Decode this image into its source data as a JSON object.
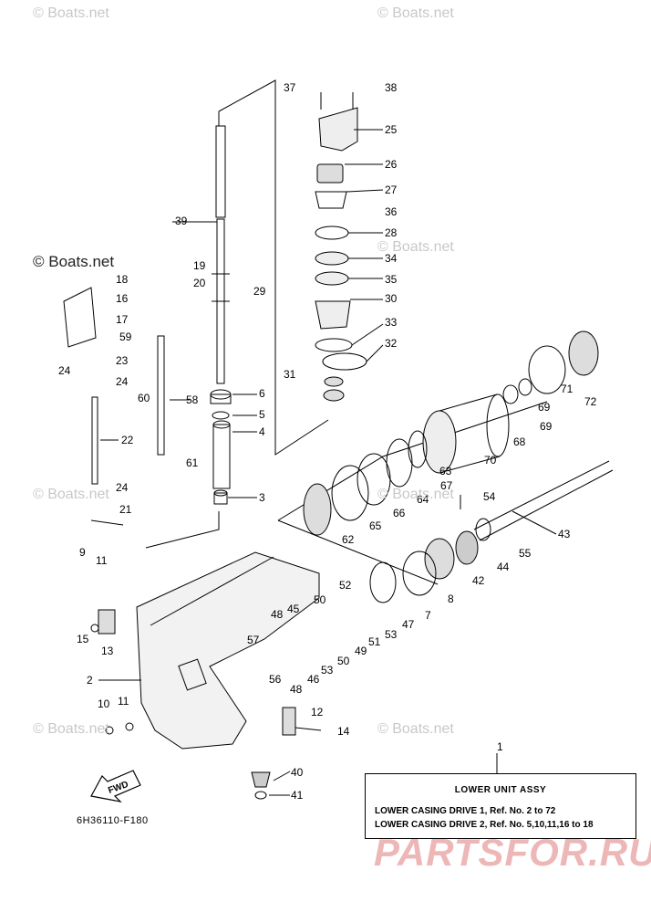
{
  "diagram": {
    "title_box": {
      "heading": "LOWER  UNIT  ASSY",
      "line1": "LOWER CASING DRIVE 1,  Ref. No. 2 to 72",
      "line2": "LOWER CASING DRIVE 2, Ref. No. 5,10,11,16 to 18"
    },
    "document_code": "6H36110-F180",
    "fwd_label": "FWD",
    "watermarks": {
      "boats_net": "© Boats.net",
      "brand": "PARTSFOR.RU"
    },
    "callouts": [
      {
        "n": "1"
      },
      {
        "n": "2"
      },
      {
        "n": "3"
      },
      {
        "n": "4"
      },
      {
        "n": "5"
      },
      {
        "n": "6"
      },
      {
        "n": "7"
      },
      {
        "n": "8"
      },
      {
        "n": "9"
      },
      {
        "n": "10"
      },
      {
        "n": "11"
      },
      {
        "n": "11b"
      },
      {
        "n": "12"
      },
      {
        "n": "13"
      },
      {
        "n": "14"
      },
      {
        "n": "15"
      },
      {
        "n": "16"
      },
      {
        "n": "17"
      },
      {
        "n": "18"
      },
      {
        "n": "19"
      },
      {
        "n": "20"
      },
      {
        "n": "21"
      },
      {
        "n": "22"
      },
      {
        "n": "23"
      },
      {
        "n": "24"
      },
      {
        "n": "24b"
      },
      {
        "n": "24c"
      },
      {
        "n": "25"
      },
      {
        "n": "26"
      },
      {
        "n": "27"
      },
      {
        "n": "28"
      },
      {
        "n": "29"
      },
      {
        "n": "30"
      },
      {
        "n": "31"
      },
      {
        "n": "32"
      },
      {
        "n": "33"
      },
      {
        "n": "34"
      },
      {
        "n": "35"
      },
      {
        "n": "36"
      },
      {
        "n": "37"
      },
      {
        "n": "38"
      },
      {
        "n": "39"
      },
      {
        "n": "40"
      },
      {
        "n": "41"
      },
      {
        "n": "42"
      },
      {
        "n": "43"
      },
      {
        "n": "44"
      },
      {
        "n": "45"
      },
      {
        "n": "46"
      },
      {
        "n": "47"
      },
      {
        "n": "48"
      },
      {
        "n": "48b"
      },
      {
        "n": "49"
      },
      {
        "n": "50"
      },
      {
        "n": "50b"
      },
      {
        "n": "51"
      },
      {
        "n": "52"
      },
      {
        "n": "53"
      },
      {
        "n": "53b"
      },
      {
        "n": "54"
      },
      {
        "n": "55"
      },
      {
        "n": "56"
      },
      {
        "n": "57"
      },
      {
        "n": "58"
      },
      {
        "n": "59"
      },
      {
        "n": "60"
      },
      {
        "n": "61"
      },
      {
        "n": "62"
      },
      {
        "n": "63"
      },
      {
        "n": "64"
      },
      {
        "n": "65"
      },
      {
        "n": "66"
      },
      {
        "n": "67"
      },
      {
        "n": "68"
      },
      {
        "n": "69"
      },
      {
        "n": "69b"
      },
      {
        "n": "70"
      },
      {
        "n": "71"
      },
      {
        "n": "72"
      }
    ],
    "labels": {
      "1": "1",
      "2": "2",
      "3": "3",
      "4": "4",
      "5": "5",
      "6": "6",
      "7": "7",
      "8": "8",
      "9": "9",
      "10": "10",
      "11": "11",
      "11b": "11",
      "12": "12",
      "13": "13",
      "14": "14",
      "15": "15",
      "16": "16",
      "17": "17",
      "18": "18",
      "19": "19",
      "20": "20",
      "21": "21",
      "22": "22",
      "23": "23",
      "24": "24",
      "24b": "24",
      "24c": "24",
      "25": "25",
      "26": "26",
      "27": "27",
      "28": "28",
      "29": "29",
      "30": "30",
      "31": "31",
      "32": "32",
      "33": "33",
      "34": "34",
      "35": "35",
      "36": "36",
      "37": "37",
      "38": "38",
      "39": "39",
      "40": "40",
      "41": "41",
      "42": "42",
      "43": "43",
      "44": "44",
      "45": "45",
      "46": "46",
      "47": "47",
      "48": "48",
      "48b": "48",
      "49": "49",
      "50": "50",
      "50b": "50",
      "51": "51",
      "52": "52",
      "53": "53",
      "53b": "53",
      "54": "54",
      "55": "55",
      "56": "56",
      "57": "57",
      "58": "58",
      "59": "59",
      "60": "60",
      "61": "61",
      "62": "62",
      "63": "63",
      "64": "64",
      "65": "65",
      "66": "66",
      "67": "67",
      "68": "68",
      "69": "69",
      "69b": "69",
      "70": "70",
      "71": "71",
      "72": "72"
    },
    "colors": {
      "line": "#000000",
      "watermark": "#c8c8c8",
      "brand": "#e8a0a0",
      "part_fill": "#d9d9d9"
    }
  }
}
